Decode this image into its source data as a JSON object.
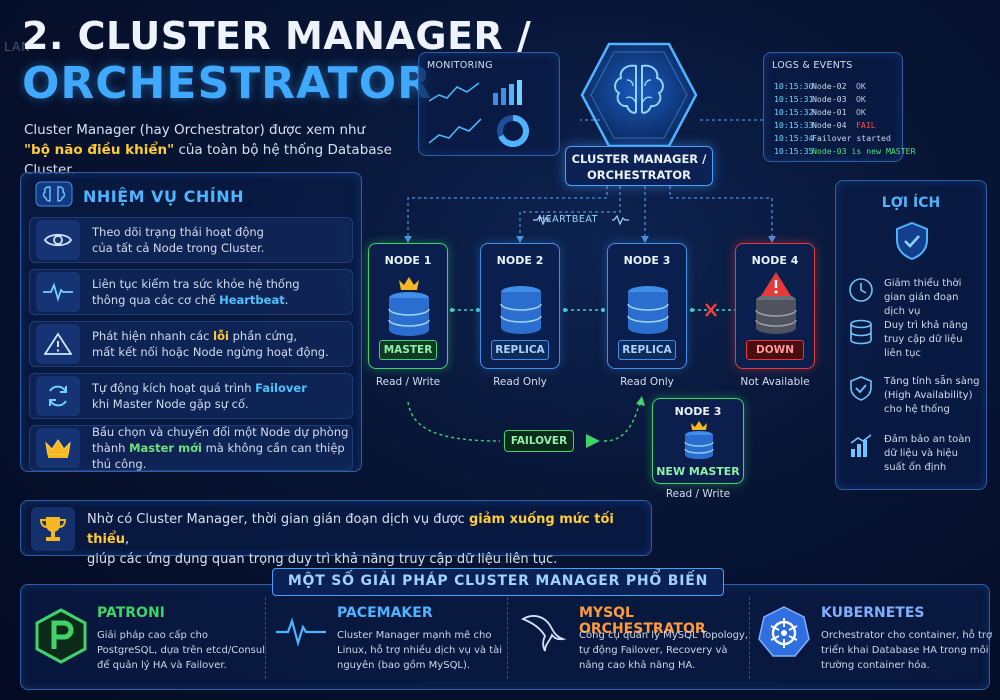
{
  "header": {
    "watermark": "LAN",
    "title_line1": "2. CLUSTER MANAGER /",
    "title_line2": "ORCHESTRATOR",
    "intro_a": "Cluster Manager (hay Orchestrator) được xem như",
    "intro_hl": "\"bộ não điều khiển\"",
    "intro_b": " của toàn bộ hệ thống Database Cluster."
  },
  "tasks": {
    "title": "NHIỆM VỤ CHÍNH",
    "items": [
      {
        "icon": "eye-icon",
        "l1": "Theo dõi trạng thái hoạt động",
        "l2": "của tất cả Node trong Cluster."
      },
      {
        "icon": "heartbeat-icon",
        "l1": "Liên tục kiểm tra sức khỏe hệ thống",
        "l2a": "thông qua các cơ chế ",
        "l2b": "Heartbeat",
        "l2c": "."
      },
      {
        "icon": "warning-icon",
        "l1a": "Phát hiện nhanh các ",
        "l1b": "lỗi",
        "l1c": " phần cứng,",
        "l2": "mất kết nối hoặc Node ngừng hoạt động."
      },
      {
        "icon": "refresh-icon",
        "l1a": "Tự động kích hoạt quá trình ",
        "l1b": "Failover",
        "l2": "khi Master Node gặp sự cố."
      },
      {
        "icon": "crown-icon",
        "l1": "Bầu chọn và chuyển đổi một Node dự phòng",
        "l2a": "thành ",
        "l2b": "Master mới",
        "l2c": " mà không cần can thiệp thủ công."
      }
    ]
  },
  "monitoring": {
    "title": "MONITORING"
  },
  "logs": {
    "title": "LOGS & EVENTS",
    "lines": [
      {
        "time": "10:15:30",
        "node": "Node-02",
        "status": "OK"
      },
      {
        "time": "10:15:31",
        "node": "Node-03",
        "status": "OK"
      },
      {
        "time": "10:15:32",
        "node": "Node-01",
        "status": "OK"
      },
      {
        "time": "10:15:33",
        "node": "Node-04",
        "status": "FAIL"
      },
      {
        "time": "10:15:34",
        "event": "Failover started"
      },
      {
        "time": "10:15:35",
        "event": "Node-03 is new MASTER"
      }
    ]
  },
  "manager": {
    "line1": "CLUSTER MANAGER /",
    "line2": "ORCHESTRATOR",
    "heartbeat": "HEARTBEAT"
  },
  "nodes": [
    {
      "name": "NODE 1",
      "role": "MASTER",
      "access": "Read / Write"
    },
    {
      "name": "NODE 2",
      "role": "REPLICA",
      "access": "Read Only"
    },
    {
      "name": "NODE 3",
      "role": "REPLICA",
      "access": "Read Only"
    },
    {
      "name": "NODE 4",
      "role": "DOWN",
      "access": "Not Available"
    }
  ],
  "failover": {
    "label": "FAILOVER",
    "new_node": "NODE 3",
    "new_role": "NEW MASTER",
    "new_access": "Read / Write"
  },
  "benefits": {
    "title": "LỢI ÍCH",
    "items": [
      {
        "icon": "clock-icon",
        "text": "Giảm thiểu thời gian gián đoạn dịch vụ"
      },
      {
        "icon": "database-icon",
        "text": "Duy trì khả năng truy cập dữ liệu liên tục"
      },
      {
        "icon": "shield-check-icon",
        "text": "Tăng tính sẵn sàng (High Availability) cho hệ thống"
      },
      {
        "icon": "bar-chart-icon",
        "text": "Đảm bảo an toàn dữ liệu và hiệu suất ổn định"
      }
    ]
  },
  "note": {
    "a": "Nhờ có Cluster Manager, thời gian gián đoạn dịch vụ được ",
    "hl": "giảm xuống mức tối thiểu",
    "b": ",",
    "line2": "giúp các ứng dụng quan trọng duy trì khả năng truy cập dữ liệu liên tục."
  },
  "solutions": {
    "title": "MỘT SỐ GIẢI PHÁP CLUSTER MANAGER PHỔ BIẾN",
    "items": [
      {
        "name": "PATRONI",
        "color": "#3fd36a",
        "desc": "Giải pháp cao cấp cho PostgreSQL, dựa trên etcd/Consul để quản lý HA và Failover."
      },
      {
        "name": "PACEMAKER",
        "color": "#4fb3ff",
        "desc": "Cluster Manager mạnh mẽ cho Linux, hỗ trợ nhiều dịch vụ và tài nguyên (bao gồm MySQL)."
      },
      {
        "name": "MYSQL ORCHESTRATOR",
        "color": "#ff9a3c",
        "desc": "Công cụ quản lý MySQL Topology, tự động Failover, Recovery và nâng cao khả năng HA."
      },
      {
        "name": "KUBERNETES",
        "color": "#7fb0ff",
        "desc": "Orchestrator cho container, hỗ trợ triển khai Database HA trong môi trường container hóa."
      }
    ]
  }
}
